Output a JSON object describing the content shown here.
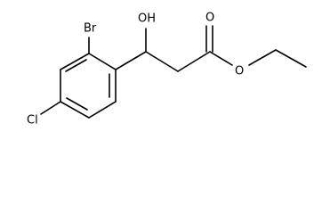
{
  "molecule": {
    "labels": {
      "bromine": "Br",
      "chlorine": "Cl",
      "hydroxyl": "OH",
      "carbonyl_oxygen": "O",
      "ester_oxygen": "O"
    }
  }
}
